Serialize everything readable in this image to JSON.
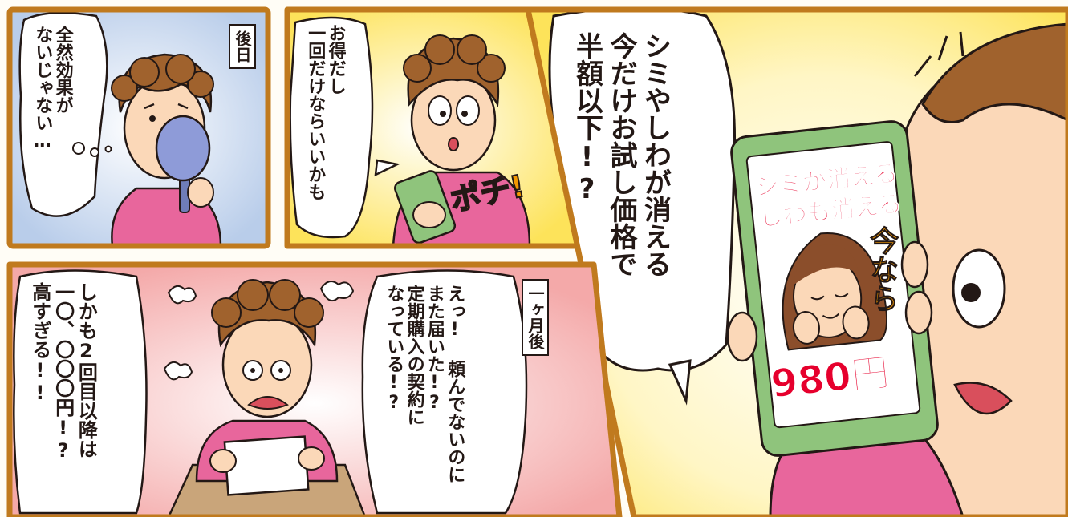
{
  "panels": {
    "later": {
      "caption": "後日",
      "speech": "全然効果が\nないじゃない…"
    },
    "click": {
      "speech": "お得だし\n一回だけならいいかも",
      "sfx": "ポチ!"
    },
    "phone_ad": {
      "speech": "シミやしわが消える\n今だけお試し価格で\n半額以下!?",
      "ad_line1": "シミが消える",
      "ad_line2": "しわも消える",
      "ad_now": "今なら",
      "ad_price": "980円"
    },
    "month_later": {
      "caption": "一ヶ月後",
      "speech": "えっ! 頼んでないのに\nまた届いた!?\n定期購入の契約に\nなっている!?",
      "speech2": "しかも2回目以降は\n一〇、〇〇〇円!?\n高すぎる!!"
    }
  },
  "colors": {
    "frame": "#c07a1e",
    "ink": "#231815",
    "hair": "#a0622d",
    "skin": "#fbd8b8",
    "shirt": "#e8669c",
    "phone_case": "#8fc47c",
    "ad_red": "#e6002d",
    "ad_orange": "#f39800"
  }
}
